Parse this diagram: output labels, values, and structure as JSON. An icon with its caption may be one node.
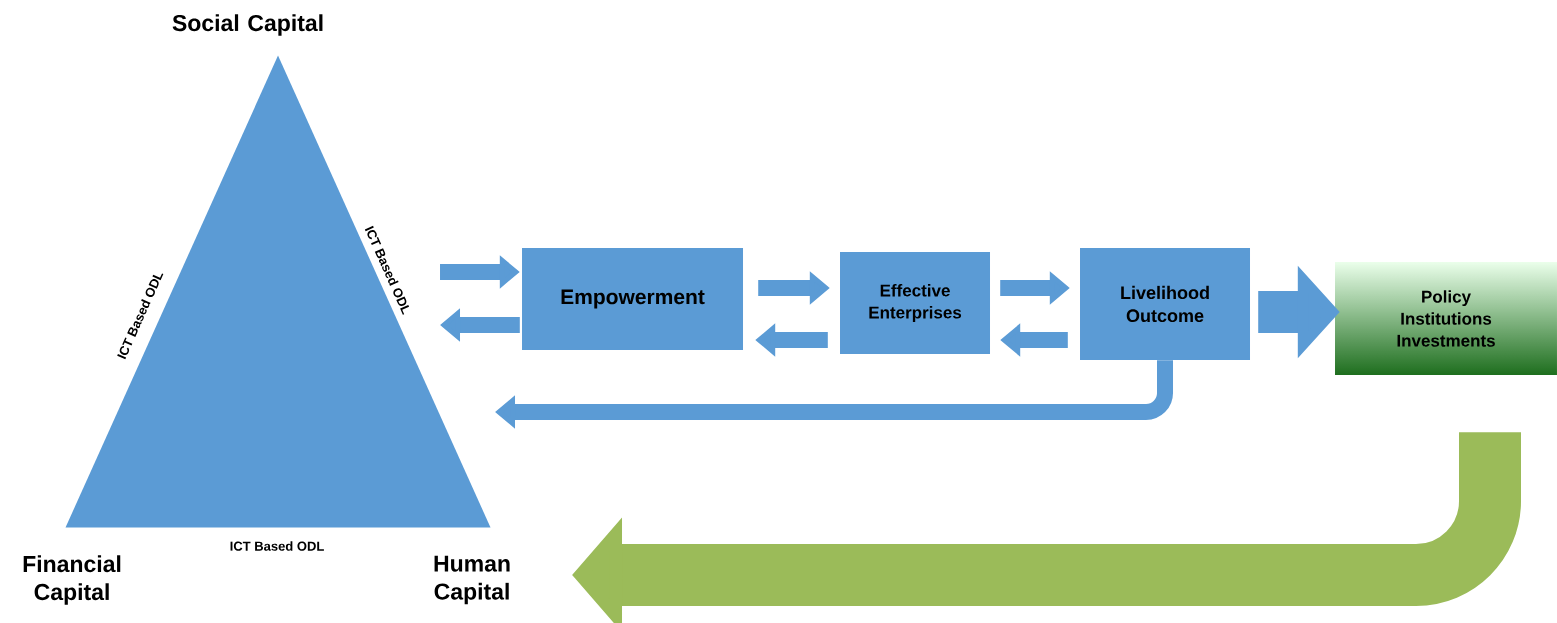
{
  "diagram": {
    "nodes": [
      {
        "text": [
          "ICT Based ODL",
          "ICT Based ODL",
          "ICT Based ODL"
        ],
        "beside": [
          "Social Capital",
          "Financial Capital",
          "Human Capital"
        ]
      },
      {
        "text": [
          "Empowerment"
        ]
      },
      {
        "text": [
          "Effective Enterprises"
        ]
      },
      {
        "text": [
          "Livelihood Outcome"
        ]
      },
      {
        "text": [
          "Policy Institutions Investments"
        ]
      }
    ],
    "edges": [
      {
        "from": 0,
        "to": 1,
        "arrow": "to"
      },
      {
        "from": 1,
        "to": 0,
        "arrow": "to"
      },
      {
        "from": 1,
        "to": 2,
        "arrow": "to"
      },
      {
        "from": 2,
        "to": 1,
        "arrow": "to"
      },
      {
        "from": 2,
        "to": 3,
        "arrow": "to"
      },
      {
        "from": 3,
        "to": 2,
        "arrow": "to"
      },
      {
        "from": 3,
        "to": 4,
        "arrow": "to",
        "style": "thick"
      },
      {
        "from": 3,
        "to": 0,
        "arrow": "to"
      },
      {
        "from": 4,
        "to": 0,
        "arrow": "to",
        "style": "thick",
        "color": "#9bbb59"
      }
    ]
  }
}
